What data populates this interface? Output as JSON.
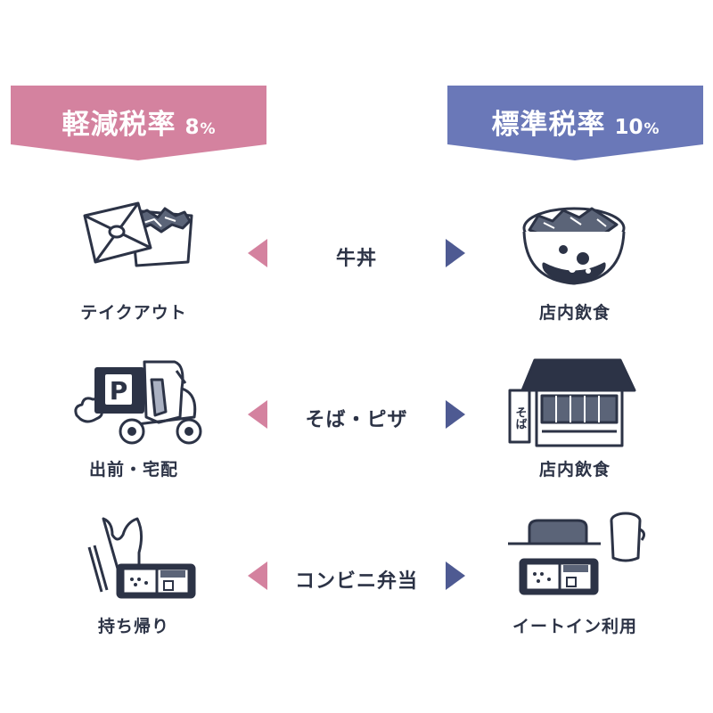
{
  "colors": {
    "reduced": "#d4829f",
    "standard": "#6a78b8",
    "ink": "#2c3346",
    "accent": "#4e5a92"
  },
  "banners": {
    "reduced": {
      "label": "軽減税率",
      "rate": "8",
      "unit": "%"
    },
    "standard": {
      "label": "標準税率",
      "rate": "10",
      "unit": "%"
    }
  },
  "rows": [
    {
      "item": "牛丼",
      "left_label": "テイクアウト",
      "right_label": "店内飲食",
      "left_icon": "takeout-box-icon",
      "right_icon": "gyudon-bowl-icon"
    },
    {
      "item": "そば・ピザ",
      "left_label": "出前・宅配",
      "right_label": "店内飲食",
      "left_icon": "delivery-scooter-icon",
      "right_icon": "soba-shop-icon",
      "shop_sign": "そば"
    },
    {
      "item": "コンビニ弁当",
      "left_label": "持ち帰り",
      "right_label": "イートイン利用",
      "left_icon": "bag-bento-icon",
      "right_icon": "eat-in-counter-icon"
    }
  ]
}
